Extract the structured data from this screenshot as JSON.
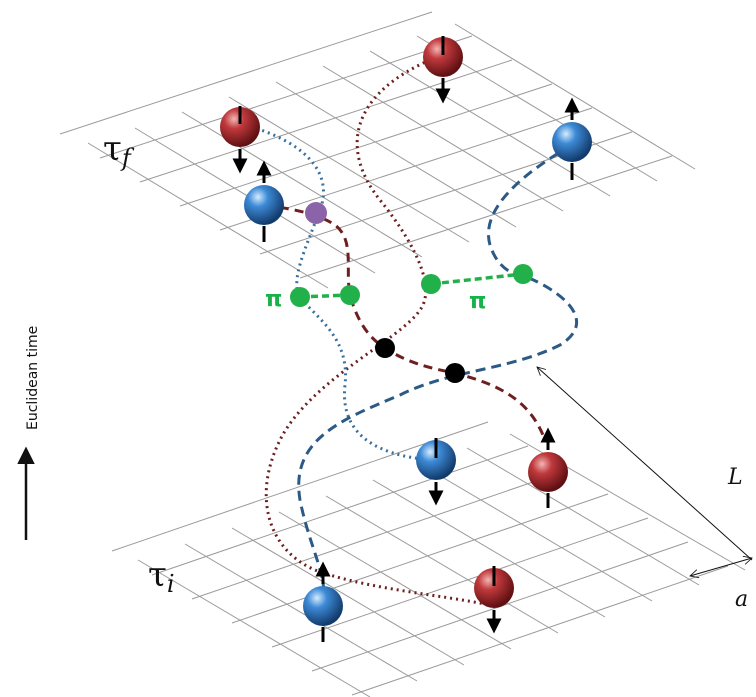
{
  "labels": {
    "tau_f_symbol": "τ",
    "tau_f_sub": "f",
    "tau_i_symbol": "τ",
    "tau_i_sub": "i",
    "axis_label": "Euclidean time",
    "pi_left": "π",
    "pi_right": "π",
    "length_label": "L",
    "spacing_label": "a"
  },
  "colors": {
    "proton": "#a8282b",
    "neutron": "#2f78c4",
    "pion": "#22b04b",
    "vertex": "#000000",
    "special_vertex": "#8b63a8",
    "proton_line": "#6e1f1f",
    "neutron_line": "#2c5a86",
    "neutron_dot_line": "#3a6f9c",
    "grid": "#9a9a9a"
  },
  "nucleons": [
    {
      "name": "proton-top-center",
      "type": "proton",
      "spin": "down",
      "slice": "tau_f"
    },
    {
      "name": "proton-top-left",
      "type": "proton",
      "spin": "down",
      "slice": "tau_f"
    },
    {
      "name": "neutron-top-left",
      "type": "neutron",
      "spin": "up",
      "slice": "tau_f"
    },
    {
      "name": "neutron-top-right",
      "type": "neutron",
      "spin": "up",
      "slice": "tau_f"
    },
    {
      "name": "neutron-bottom-center",
      "type": "neutron",
      "spin": "down",
      "slice": "tau_i"
    },
    {
      "name": "proton-bottom-right",
      "type": "proton",
      "spin": "up",
      "slice": "tau_i"
    },
    {
      "name": "neutron-bottom-left",
      "type": "neutron",
      "spin": "up",
      "slice": "tau_i"
    },
    {
      "name": "proton-bottom-center",
      "type": "proton",
      "spin": "down",
      "slice": "tau_i"
    }
  ]
}
